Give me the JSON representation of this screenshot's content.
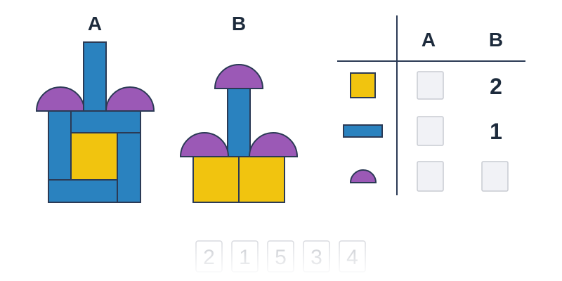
{
  "figures": {
    "a_label": "A",
    "b_label": "B"
  },
  "table": {
    "columns": [
      "A",
      "B"
    ],
    "rows": [
      {
        "shape": "square",
        "a": "",
        "b": "2"
      },
      {
        "shape": "rectangle",
        "a": "",
        "b": "1"
      },
      {
        "shape": "semicircle",
        "a": "",
        "b": ""
      }
    ]
  },
  "tiles": [
    "2",
    "1",
    "5",
    "3",
    "4"
  ],
  "colors": {
    "yellow": "#f1c40f",
    "blue": "#2a82bf",
    "purple": "#9b59b6",
    "outline": "#2b3a55"
  }
}
